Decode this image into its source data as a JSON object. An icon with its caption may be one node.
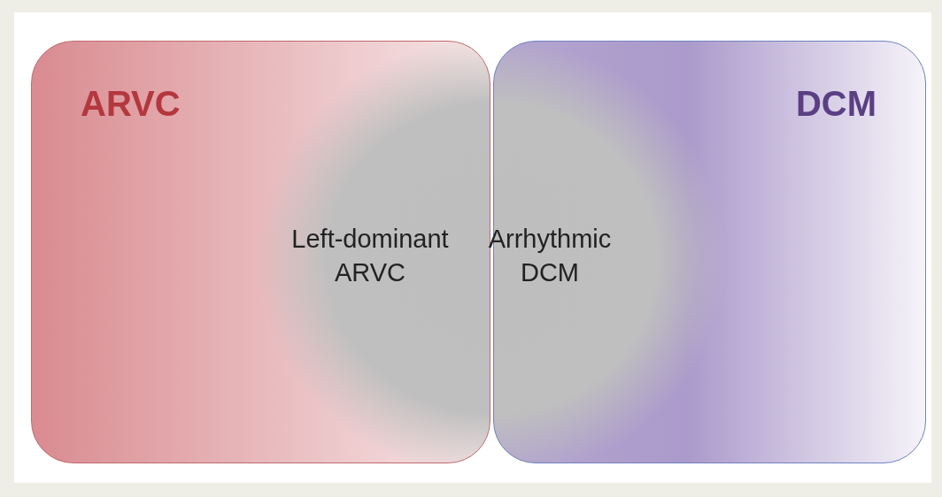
{
  "diagram": {
    "nodes": [
      {
        "text": [
          "ARVC",
          "Left-dominant ARVC"
        ]
      },
      {
        "text": [
          "DCM",
          "Arrhythmic DCM"
        ]
      }
    ],
    "edges": []
  }
}
